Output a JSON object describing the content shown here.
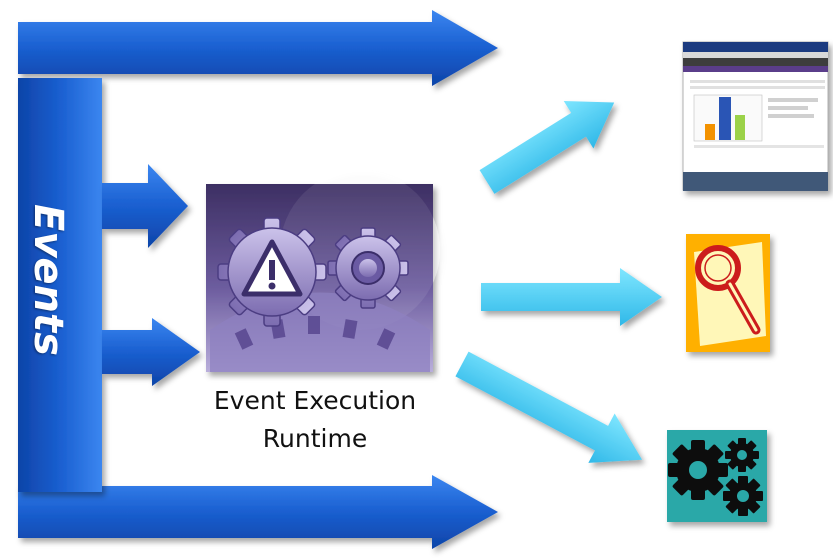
{
  "events_bus": {
    "label": "Events",
    "color": "#1a5fd0"
  },
  "engine": {
    "icon": "gears-warning-icon",
    "caption_line1": "Event Execution",
    "caption_line2": "Runtime"
  },
  "outputs": [
    {
      "name": "dashboard",
      "icon": "dashboard-screenshot-icon"
    },
    {
      "name": "search",
      "icon": "magnifying-glass-icon"
    },
    {
      "name": "automation",
      "icon": "gears-icon"
    }
  ],
  "colors": {
    "input_arrow": "#1a5fd0",
    "output_arrow": "#4fd4f5",
    "engine_bg": "#5a4a8a",
    "search_bg": "#ffb400",
    "gears_bg": "#2aa8a8"
  }
}
